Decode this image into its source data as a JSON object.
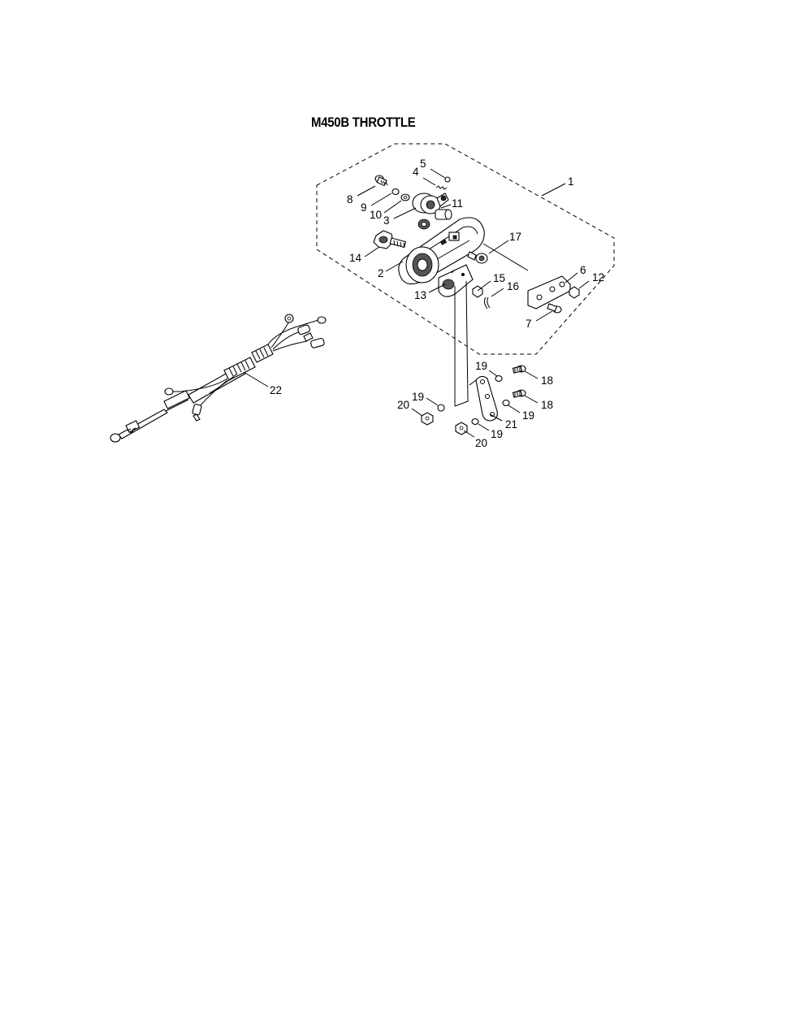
{
  "title": "M450B THROTTLE",
  "labels": {
    "p1": "1",
    "p2": "2",
    "p3": "3",
    "p4": "4",
    "p5": "5",
    "p6": "6",
    "p7": "7",
    "p8": "8",
    "p9": "9",
    "p10": "10",
    "p11": "11",
    "p12": "12",
    "p13": "13",
    "p14": "14",
    "p15": "15",
    "p16": "16",
    "p17": "17",
    "p18a": "18",
    "p18b": "18",
    "p19a": "19",
    "p19b": "19",
    "p19c": "19",
    "p19d": "19",
    "p20a": "20",
    "p20b": "20",
    "p21": "21",
    "p22": "22"
  }
}
